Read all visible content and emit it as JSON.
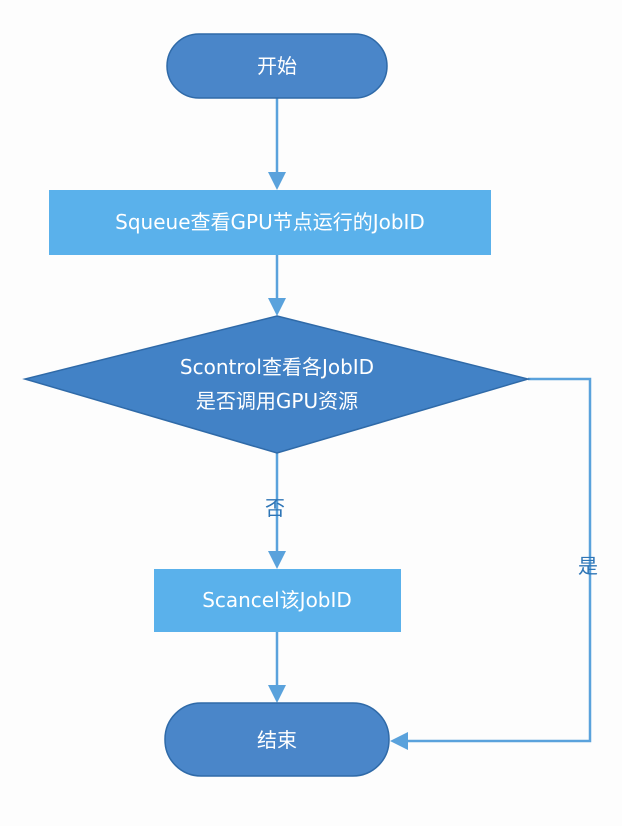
{
  "colors": {
    "terminal_fill": "#4a86c9",
    "terminal_stroke": "#2f6aa8",
    "process_fill": "#5ab1eb",
    "decision_fill": "#4282c6",
    "decision_stroke": "#2f6aa8",
    "connector": "#5aa2dc",
    "label_text": "#2e75b6"
  },
  "nodes": {
    "start": {
      "label": "开始"
    },
    "query_jobs": {
      "label": "Squeue查看GPU节点运行的JobID"
    },
    "check_gpu": {
      "line1": "Scontrol查看各JobID",
      "line2": "是否调用GPU资源"
    },
    "cancel_job": {
      "label": "Scancel该JobID"
    },
    "end": {
      "label": "结束"
    }
  },
  "edges": {
    "no_label": "否",
    "yes_label": "是"
  }
}
